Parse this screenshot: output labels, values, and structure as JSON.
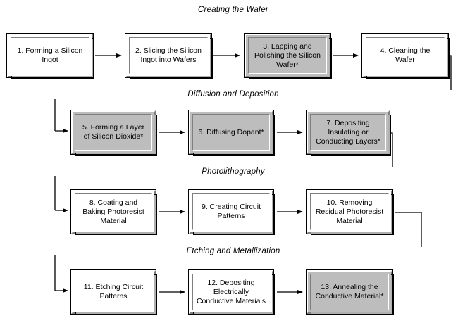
{
  "diagram": {
    "title": "Creating the Wafer",
    "sections": [
      {
        "id": "creating-the-wafer",
        "label": "Creating the Wafer",
        "has_rule": false
      },
      {
        "id": "diffusion-and-deposition",
        "label": "Diffusion and Deposition",
        "has_rule": true
      },
      {
        "id": "photolithography",
        "label": "Photolithography",
        "has_rule": true
      },
      {
        "id": "etching-and-metallization",
        "label": "Etching and Metallization",
        "has_rule": true
      }
    ],
    "colors": {
      "box_shaded": "#bdbdbd",
      "box_white": "#ffffff",
      "outline": "#000000",
      "background": "#ffffff"
    },
    "steps": [
      {
        "number": "1",
        "label": "1. Forming a Silicon\nIngot",
        "shaded": false,
        "section": "creating-the-wafer"
      },
      {
        "number": "2",
        "label": "2. Slicing the Silicon\nIngot into Wafers",
        "shaded": false,
        "section": "creating-the-wafer"
      },
      {
        "number": "3",
        "label": "3. Lapping and\nPolishing the Silicon\nWafer*",
        "shaded": true,
        "section": "creating-the-wafer"
      },
      {
        "number": "4",
        "label": "4. Cleaning the\nWafer",
        "shaded": false,
        "section": "creating-the-wafer"
      },
      {
        "number": "5",
        "label": "5. Forming a Layer\nof Silicon Dioxide*",
        "shaded": true,
        "section": "diffusion-and-deposition"
      },
      {
        "number": "6",
        "label": "6. Diffusing Dopant*",
        "shaded": true,
        "section": "diffusion-and-deposition"
      },
      {
        "number": "7",
        "label": "7. Depositing\nInsulating or\nConducting Layers*",
        "shaded": true,
        "section": "diffusion-and-deposition"
      },
      {
        "number": "8",
        "label": "8. Coating and\nBaking Photoresist\nMaterial",
        "shaded": false,
        "section": "photolithography"
      },
      {
        "number": "9",
        "label": "9. Creating Circuit\nPatterns",
        "shaded": false,
        "section": "photolithography"
      },
      {
        "number": "10",
        "label": "10. Removing\nResidual Photoresist\nMaterial",
        "shaded": false,
        "section": "photolithography"
      },
      {
        "number": "11",
        "label": "11. Etching Circuit\nPatterns",
        "shaded": false,
        "section": "etching-and-metallization"
      },
      {
        "number": "12",
        "label": "12. Depositing\nElectrically\nConductive Materials",
        "shaded": false,
        "section": "etching-and-metallization"
      },
      {
        "number": "13",
        "label": "13. Annealing the\nConductive Material*",
        "shaded": true,
        "section": "etching-and-metallization"
      }
    ],
    "flow": [
      {
        "from": "1",
        "to": "2"
      },
      {
        "from": "2",
        "to": "3"
      },
      {
        "from": "3",
        "to": "4"
      },
      {
        "from": "4",
        "to": "5"
      },
      {
        "from": "5",
        "to": "6"
      },
      {
        "from": "6",
        "to": "7"
      },
      {
        "from": "7",
        "to": "8"
      },
      {
        "from": "8",
        "to": "9"
      },
      {
        "from": "9",
        "to": "10"
      },
      {
        "from": "10",
        "to": "11"
      },
      {
        "from": "11",
        "to": "12"
      },
      {
        "from": "12",
        "to": "13"
      }
    ]
  }
}
